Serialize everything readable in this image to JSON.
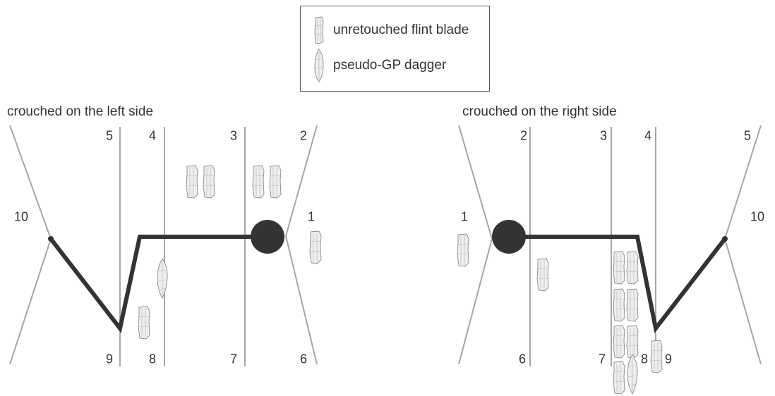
{
  "legend": {
    "items": [
      {
        "icon": "flint-blade-icon",
        "label": "unretouched flint blade"
      },
      {
        "icon": "dagger-icon",
        "label": "pseudo-GP dagger"
      }
    ]
  },
  "panels": {
    "left": {
      "title": "crouched on the left side",
      "labels": {
        "n1": "1",
        "n2": "2",
        "n3": "3",
        "n4": "4",
        "n5": "5",
        "n6": "6",
        "n7": "7",
        "n8": "8",
        "n9": "9",
        "n10": "10"
      }
    },
    "right": {
      "title": "crouched on the right side",
      "labels": {
        "n1": "1",
        "n2": "2",
        "n3": "3",
        "n4": "4",
        "n5": "5",
        "n6": "6",
        "n7": "7",
        "n8": "8",
        "n9": "9",
        "n10": "10"
      }
    }
  },
  "colors": {
    "frame_line": "#a6a6a6",
    "skeleton": "#333333",
    "artifact_fill": "#eeeeee",
    "artifact_stroke": "#8a8a8a"
  }
}
